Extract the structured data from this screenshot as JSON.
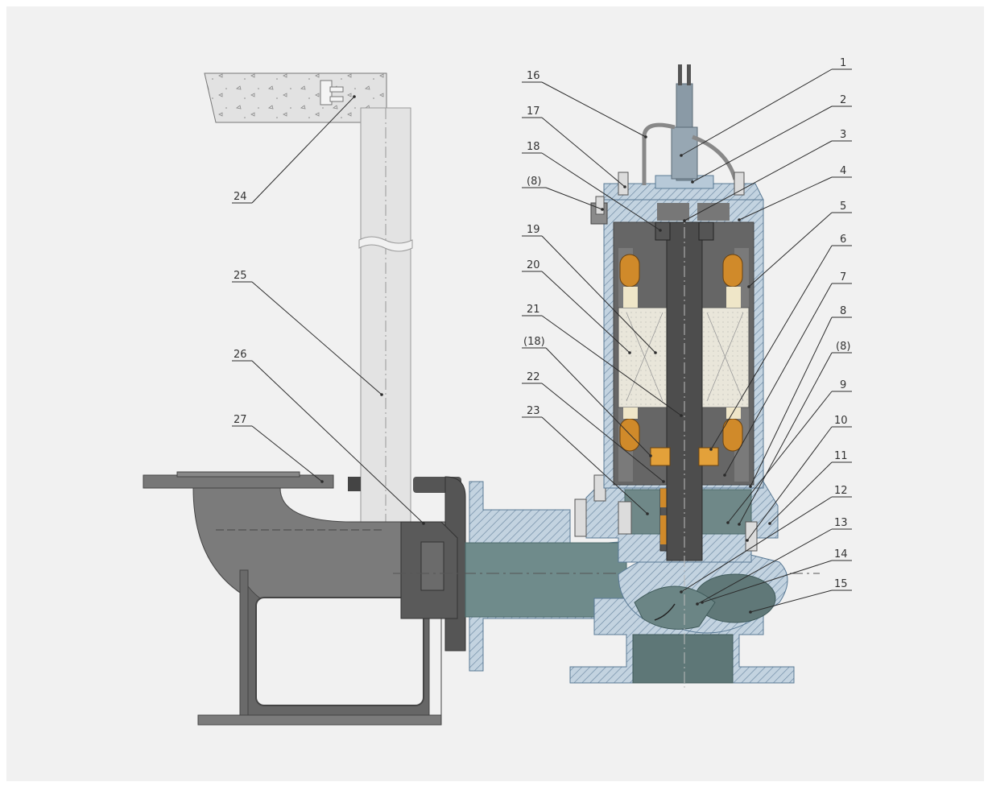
{
  "diagram": {
    "callouts": [
      {
        "id": "c1",
        "text": "1"
      },
      {
        "id": "c2",
        "text": "2"
      },
      {
        "id": "c3",
        "text": "3"
      },
      {
        "id": "c4",
        "text": "4"
      },
      {
        "id": "c5",
        "text": "5"
      },
      {
        "id": "c6",
        "text": "6"
      },
      {
        "id": "c7",
        "text": "7"
      },
      {
        "id": "c8",
        "text": "8"
      },
      {
        "id": "c8b",
        "text": "(8)"
      },
      {
        "id": "c9",
        "text": "9"
      },
      {
        "id": "c10",
        "text": "10"
      },
      {
        "id": "c11",
        "text": "11"
      },
      {
        "id": "c12",
        "text": "12"
      },
      {
        "id": "c13",
        "text": "13"
      },
      {
        "id": "c14",
        "text": "14"
      },
      {
        "id": "c15",
        "text": "15"
      },
      {
        "id": "c16",
        "text": "16"
      },
      {
        "id": "c17",
        "text": "17"
      },
      {
        "id": "c18",
        "text": "18"
      },
      {
        "id": "c8a",
        "text": "(8)"
      },
      {
        "id": "c19",
        "text": "19"
      },
      {
        "id": "c20",
        "text": "20"
      },
      {
        "id": "c21",
        "text": "21"
      },
      {
        "id": "c18b",
        "text": "(18)"
      },
      {
        "id": "c22",
        "text": "22"
      },
      {
        "id": "c23",
        "text": "23"
      },
      {
        "id": "c24",
        "text": "24"
      },
      {
        "id": "c25",
        "text": "25"
      },
      {
        "id": "c26",
        "text": "26"
      },
      {
        "id": "c27",
        "text": "27"
      }
    ]
  },
  "colors": {
    "background": "#f1f1f1",
    "casing_blue": "#b7c9d8",
    "pump_teal": "#6e8a8a",
    "steel_gray": "#7a7a7a",
    "dark_gray": "#555555",
    "copper_coil": "#d08a2a",
    "bearing_orange": "#e3a13a",
    "stator_cream": "#efe6c8",
    "concrete": "#e4e4e4",
    "guide_rail": "#e2e2e2"
  }
}
